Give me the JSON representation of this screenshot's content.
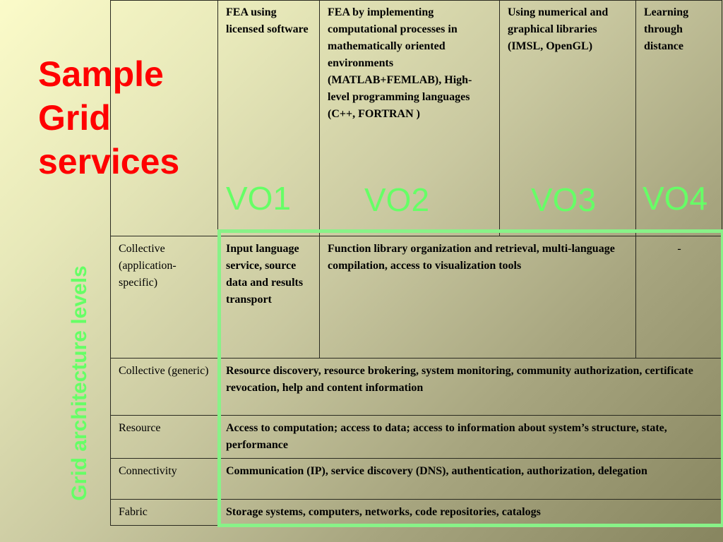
{
  "title": {
    "line1": "Sample",
    "line2": "Grid",
    "line3": "services"
  },
  "side_label": "Grid architecture levels",
  "header_row": {
    "corner": "",
    "col1": "FEA using licensed software",
    "col2": "FEA by implementing computational processes in mathematically oriented environments (MATLAB+FEMLAB), High-level programming languages (C++, FORTRAN )",
    "col3": "Using numerical and graphical libraries (IMSL, OpenGL)",
    "col4": "Learning through distance"
  },
  "vo_labels": [
    "VO1",
    "VO2",
    "VO3",
    "VO4"
  ],
  "rows": [
    {
      "level": "Collective (application-specific)",
      "cells": [
        "Input language service, source data and results transport",
        "Function library organization and retrieval, multi-language compilation, access to visualization tools",
        "-"
      ]
    },
    {
      "level": "Collective (generic)",
      "description": "Resource discovery, resource brokering, system monitoring, community authorization, certificate revocation, help and content  information"
    },
    {
      "level": "Resource",
      "description": "Access to computation; access to data; access to information about system’s structure, state, performance"
    },
    {
      "level": "Connectivity",
      "description": "Communication (IP), service discovery (DNS), authentication, authorization, delegation"
    },
    {
      "level": "Fabric",
      "description": "Storage systems, computers, networks, code repositories, catalogs"
    }
  ],
  "colors": {
    "title": "#ff0000",
    "accent_green": "#66ff66",
    "highlight_border": "#88f288"
  }
}
